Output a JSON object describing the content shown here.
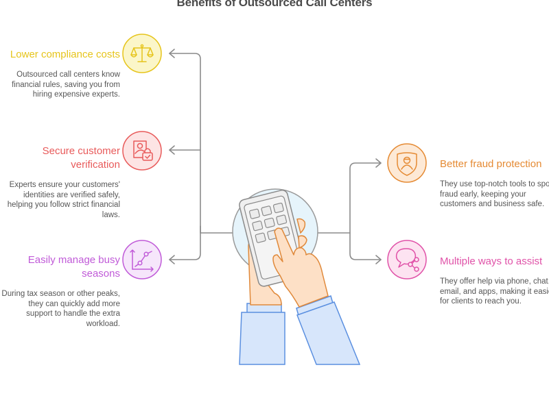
{
  "title": "Benefits of Outsourced Call Centers",
  "colors": {
    "yellow": "#e6c41a",
    "red": "#e85a5a",
    "purple": "#c05ad8",
    "orange": "#e58a33",
    "pink": "#e052a8",
    "connector": "#8a8a8a"
  },
  "benefits": [
    {
      "id": "lower-compliance-costs",
      "side": "left",
      "heading": "Lower compliance costs",
      "description": "Outsourced call centers know financial rules, saving you from hiring expensive experts.",
      "icon": "scales-icon"
    },
    {
      "id": "secure-customer-verification",
      "side": "left",
      "heading": "Secure customer verification",
      "description": "Experts ensure your customers' identities are verified safely, helping you follow strict financial laws.",
      "icon": "id-lock-icon"
    },
    {
      "id": "easily-manage-busy-seasons",
      "side": "left",
      "heading": "Easily manage busy seasons",
      "description": "During tax season or other peaks, they can quickly add more support to handle the extra workload.",
      "icon": "growth-chart-icon"
    },
    {
      "id": "better-fraud-protection",
      "side": "right",
      "heading": "Better fraud protection",
      "description": "They use top-notch tools to spot fraud early, keeping your customers and business safe.",
      "icon": "shield-user-icon"
    },
    {
      "id": "multiple-ways-to-assist",
      "side": "right",
      "heading": "Multiple ways to assist",
      "description": "They offer help via phone, chat, email, and apps, making it easier for clients to reach you.",
      "icon": "chat-share-icon"
    }
  ],
  "center_illustration": "hands-using-phone-keypad-illustration"
}
